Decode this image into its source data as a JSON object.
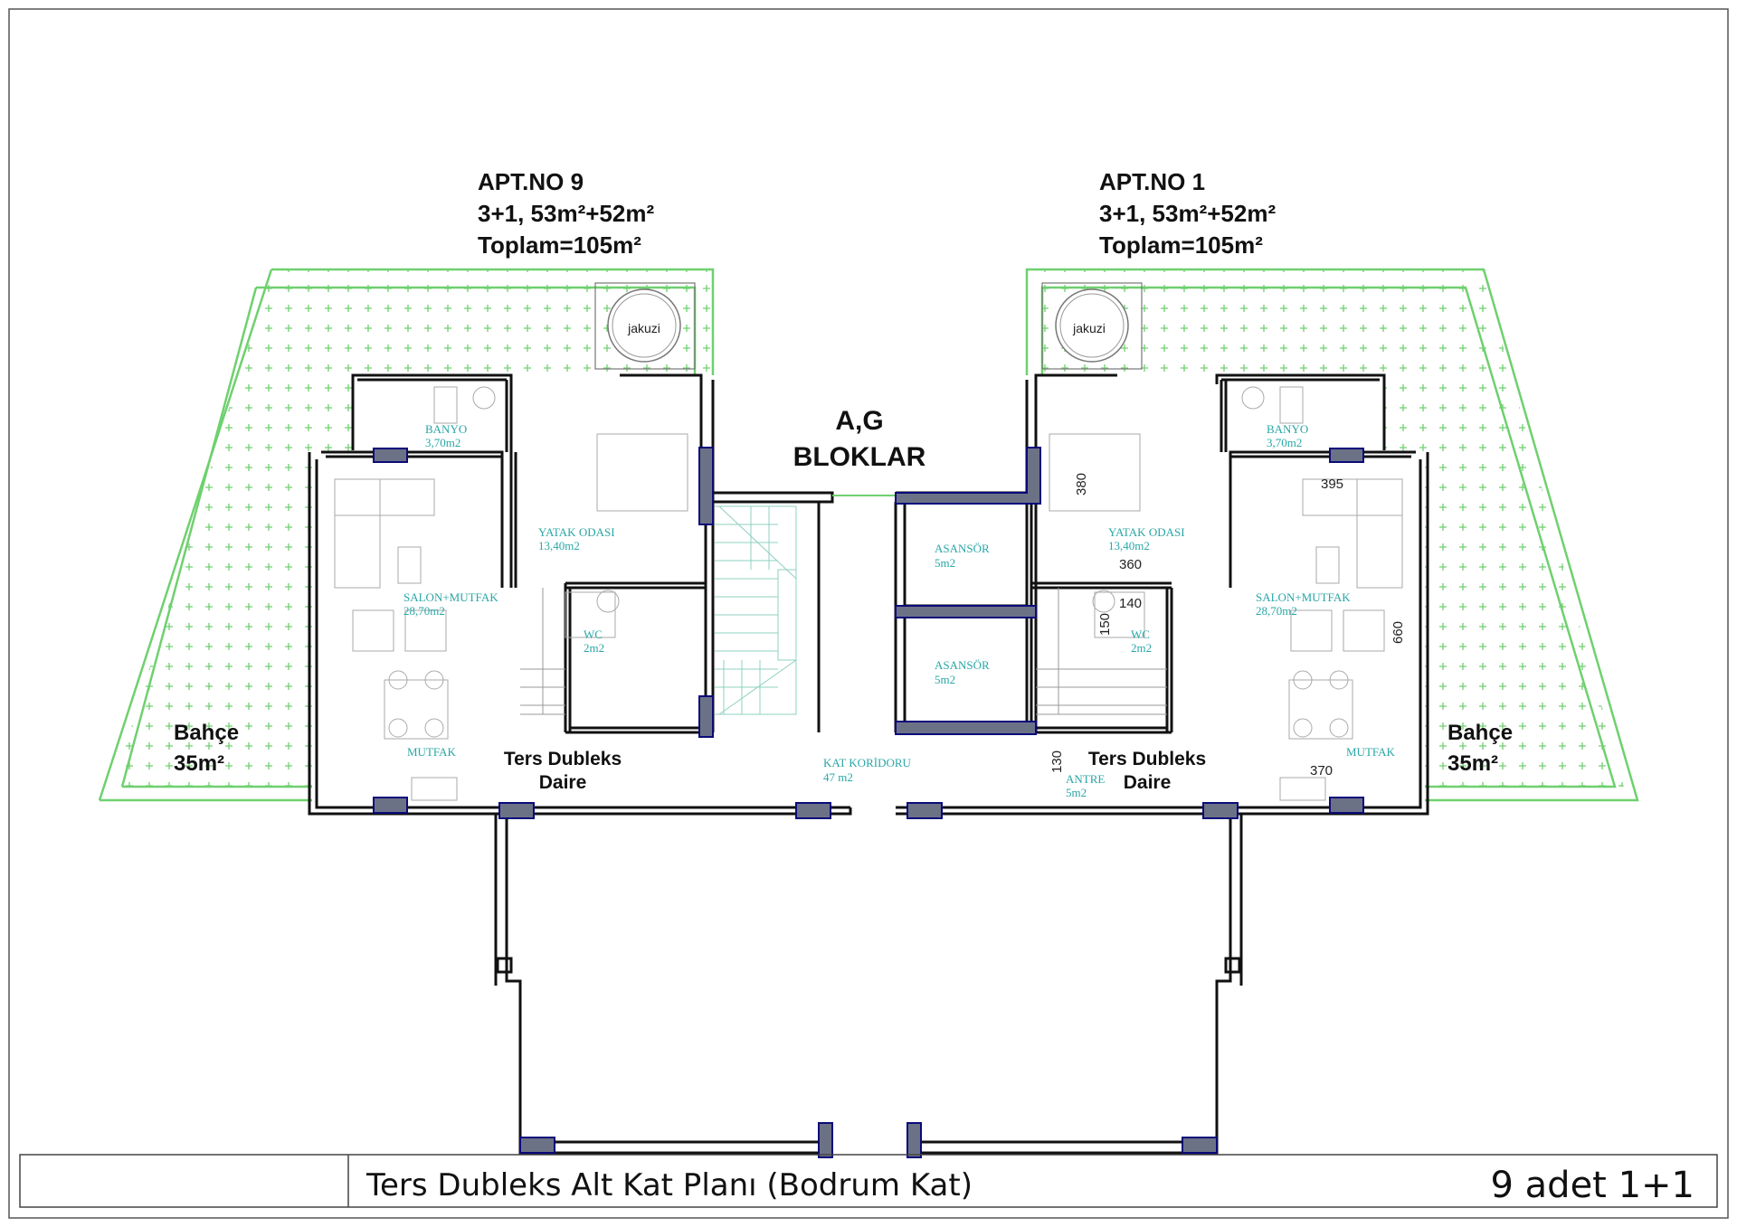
{
  "apartments": [
    {
      "no": "APT.NO 9",
      "size": "3+1, 53m²+52m²",
      "total": "Toplam=105m²"
    },
    {
      "no": "APT.NO 1",
      "size": "3+1, 53m²+52m²",
      "total": "Toplam=105m²"
    }
  ],
  "block": {
    "line1": "A,G",
    "line2": "BLOKLAR"
  },
  "garden": {
    "label": "Bahçe",
    "area": "35m²"
  },
  "jacuzzi": "jakuzi",
  "unit_type": {
    "line1": "Ters Dubleks",
    "line2": "Daire"
  },
  "rooms": {
    "banyo": {
      "name": "BANYO",
      "area": "3,70m2"
    },
    "yatak": {
      "name": "YATAK ODASI",
      "area": "13,40m2"
    },
    "salon": {
      "name": "SALON+MUTFAK",
      "area": "28,70m2"
    },
    "wc": {
      "name": "WC",
      "area": "2m2"
    },
    "mutfak": {
      "name": "MUTFAK"
    },
    "asansor": {
      "name": "ASANSÖR",
      "area": "5m2"
    },
    "koridor": {
      "name": "KAT KORİDORU",
      "area": "47 m2"
    },
    "antre": {
      "name": "ANTRE",
      "area": "5m2"
    }
  },
  "dimensions": {
    "d380": "380",
    "d395": "395",
    "d360": "360",
    "d140": "140",
    "d150": "150",
    "d660": "660",
    "d130": "130",
    "d370": "370"
  },
  "title_block": {
    "plan_title": "Ters Dubleks Alt Kat Planı (Bodrum Kat)",
    "count": "9 adet 1+1"
  },
  "colors": {
    "garden_line": "#6fd06f",
    "room_text": "#2aa6a6",
    "column_fill": "#6c7286",
    "column_stroke": "#0a0a7a"
  }
}
